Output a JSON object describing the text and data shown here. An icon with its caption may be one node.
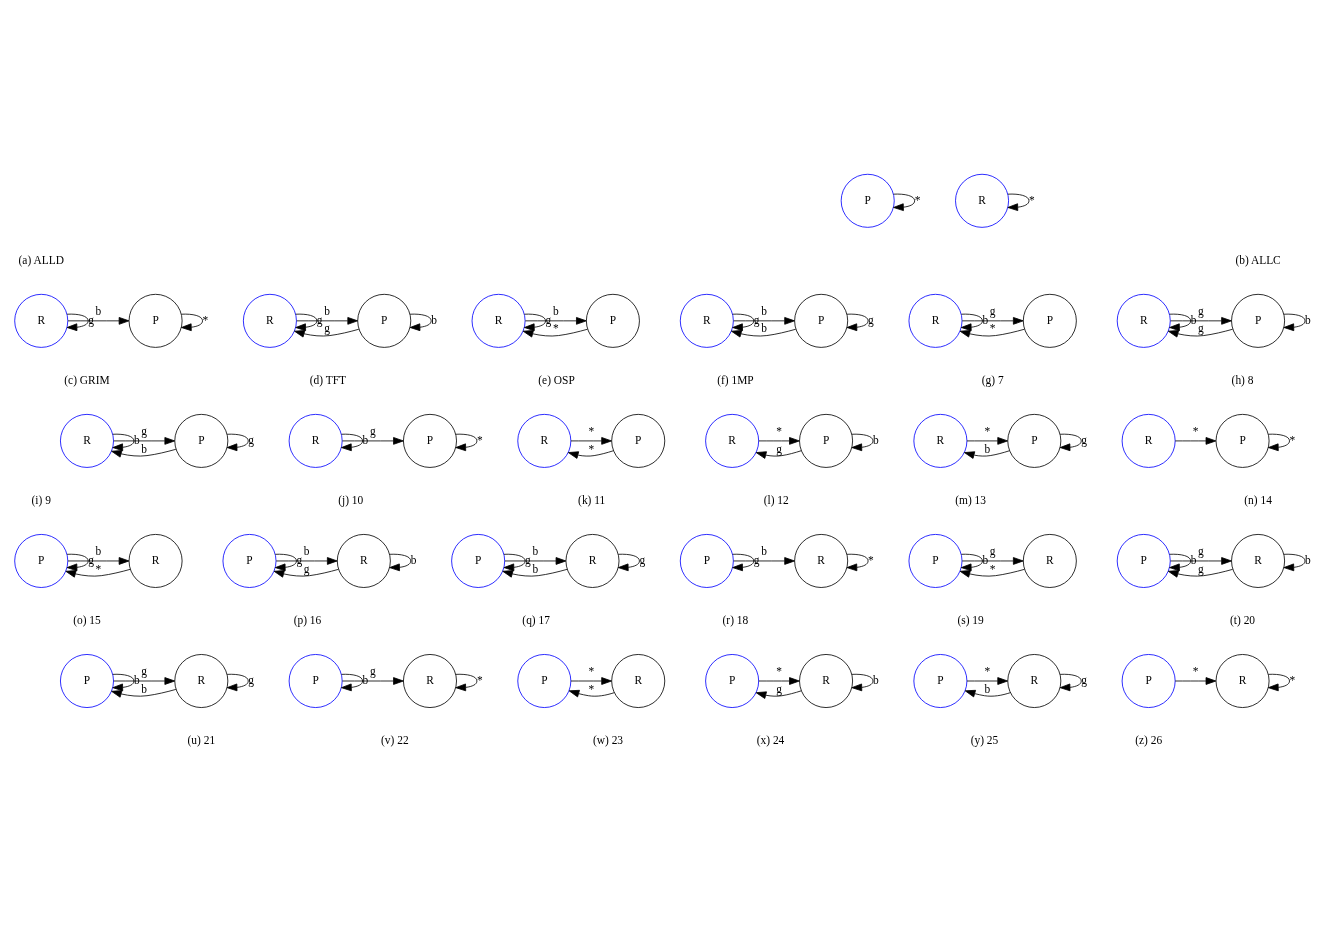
{
  "diagram": {
    "nodes": [
      {
        "text": [
          "P"
        ]
      },
      {
        "text": [
          "R"
        ]
      },
      {
        "text": [
          "R"
        ]
      },
      {
        "text": [
          "P"
        ]
      },
      {
        "text": [
          "R"
        ]
      },
      {
        "text": [
          "P"
        ]
      },
      {
        "text": [
          "R"
        ]
      },
      {
        "text": [
          "P"
        ]
      },
      {
        "text": [
          "R"
        ]
      },
      {
        "text": [
          "P"
        ]
      },
      {
        "text": [
          "R"
        ]
      },
      {
        "text": [
          "P"
        ]
      },
      {
        "text": [
          "R"
        ]
      },
      {
        "text": [
          "P"
        ]
      },
      {
        "text": [
          "R"
        ]
      },
      {
        "text": [
          "P"
        ]
      },
      {
        "text": [
          "R"
        ]
      },
      {
        "text": [
          "P"
        ]
      },
      {
        "text": [
          "R"
        ]
      },
      {
        "text": [
          "P"
        ]
      },
      {
        "text": [
          "R"
        ]
      },
      {
        "text": [
          "P"
        ]
      },
      {
        "text": [
          "R"
        ]
      },
      {
        "text": [
          "P"
        ]
      },
      {
        "text": [
          "R"
        ]
      },
      {
        "text": [
          "P"
        ]
      },
      {
        "text": [
          "P"
        ]
      },
      {
        "text": [
          "R"
        ]
      },
      {
        "text": [
          "P"
        ]
      },
      {
        "text": [
          "R"
        ]
      },
      {
        "text": [
          "P"
        ]
      },
      {
        "text": [
          "R"
        ]
      },
      {
        "text": [
          "P"
        ]
      },
      {
        "text": [
          "R"
        ]
      },
      {
        "text": [
          "P"
        ]
      },
      {
        "text": [
          "R"
        ]
      },
      {
        "text": [
          "P"
        ]
      },
      {
        "text": [
          "R"
        ]
      },
      {
        "text": [
          "P"
        ]
      },
      {
        "text": [
          "R"
        ]
      },
      {
        "text": [
          "P"
        ]
      },
      {
        "text": [
          "R"
        ]
      },
      {
        "text": [
          "P"
        ]
      },
      {
        "text": [
          "R"
        ]
      },
      {
        "text": [
          "P"
        ]
      },
      {
        "text": [
          "R"
        ]
      },
      {
        "text": [
          "P"
        ]
      },
      {
        "text": [
          "R"
        ]
      },
      {
        "text": [
          "P"
        ]
      },
      {
        "text": [
          "R"
        ]
      }
    ],
    "edges": [
      {
        "from": 0,
        "to": 0,
        "arrow": "to",
        "label": "*"
      },
      {
        "from": 1,
        "to": 1,
        "arrow": "to",
        "label": "*"
      },
      {
        "from": 2,
        "to": 2,
        "arrow": "to",
        "label": "g"
      },
      {
        "from": 2,
        "to": 3,
        "arrow": "to",
        "label": "b"
      },
      {
        "from": 3,
        "to": 3,
        "arrow": "to",
        "label": "*"
      },
      {
        "from": 4,
        "to": 4,
        "arrow": "to",
        "label": "g"
      },
      {
        "from": 4,
        "to": 5,
        "arrow": "to",
        "label": "b"
      },
      {
        "from": 5,
        "to": 5,
        "arrow": "to",
        "label": "b"
      },
      {
        "from": 5,
        "to": 4,
        "arrow": "to",
        "label": "g"
      },
      {
        "from": 6,
        "to": 6,
        "arrow": "to",
        "label": "g"
      },
      {
        "from": 6,
        "to": 7,
        "arrow": "to",
        "label": "b"
      },
      {
        "from": 7,
        "to": 6,
        "arrow": "to",
        "label": "*"
      },
      {
        "from": 8,
        "to": 8,
        "arrow": "to",
        "label": "g"
      },
      {
        "from": 8,
        "to": 9,
        "arrow": "to",
        "label": "b"
      },
      {
        "from": 9,
        "to": 9,
        "arrow": "to",
        "label": "g"
      },
      {
        "from": 9,
        "to": 8,
        "arrow": "to",
        "label": "b"
      },
      {
        "from": 10,
        "to": 10,
        "arrow": "to",
        "label": "b"
      },
      {
        "from": 10,
        "to": 11,
        "arrow": "to",
        "label": "g"
      },
      {
        "from": 11,
        "to": 10,
        "arrow": "to",
        "label": "*"
      },
      {
        "from": 12,
        "to": 12,
        "arrow": "to",
        "label": "b"
      },
      {
        "from": 12,
        "to": 13,
        "arrow": "to",
        "label": "g"
      },
      {
        "from": 13,
        "to": 13,
        "arrow": "to",
        "label": "b"
      },
      {
        "from": 13,
        "to": 12,
        "arrow": "to",
        "label": "g"
      },
      {
        "from": 14,
        "to": 14,
        "arrow": "to",
        "label": "b"
      },
      {
        "from": 14,
        "to": 15,
        "arrow": "to",
        "label": "g"
      },
      {
        "from": 15,
        "to": 15,
        "arrow": "to",
        "label": "g"
      },
      {
        "from": 15,
        "to": 14,
        "arrow": "to",
        "label": "b"
      },
      {
        "from": 16,
        "to": 16,
        "arrow": "to",
        "label": "b"
      },
      {
        "from": 16,
        "to": 17,
        "arrow": "to",
        "label": "g"
      },
      {
        "from": 17,
        "to": 17,
        "arrow": "to",
        "label": "*"
      },
      {
        "from": 18,
        "to": 19,
        "arrow": "to",
        "label": "*"
      },
      {
        "from": 19,
        "to": 18,
        "arrow": "to",
        "label": "*"
      },
      {
        "from": 20,
        "to": 21,
        "arrow": "to",
        "label": "*"
      },
      {
        "from": 21,
        "to": 21,
        "arrow": "to",
        "label": "b"
      },
      {
        "from": 21,
        "to": 20,
        "arrow": "to",
        "label": "g"
      },
      {
        "from": 22,
        "to": 23,
        "arrow": "to",
        "label": "*"
      },
      {
        "from": 23,
        "to": 23,
        "arrow": "to",
        "label": "g"
      },
      {
        "from": 23,
        "to": 22,
        "arrow": "to",
        "label": "b"
      },
      {
        "from": 24,
        "to": 25,
        "arrow": "to",
        "label": "*"
      },
      {
        "from": 25,
        "to": 25,
        "arrow": "to",
        "label": "*"
      },
      {
        "from": 26,
        "to": 26,
        "arrow": "to",
        "label": "g"
      },
      {
        "from": 26,
        "to": 27,
        "arrow": "to",
        "label": "b"
      },
      {
        "from": 27,
        "to": 26,
        "arrow": "to",
        "label": "*"
      },
      {
        "from": 28,
        "to": 28,
        "arrow": "to",
        "label": "g"
      },
      {
        "from": 28,
        "to": 29,
        "arrow": "to",
        "label": "b"
      },
      {
        "from": 29,
        "to": 29,
        "arrow": "to",
        "label": "b"
      },
      {
        "from": 29,
        "to": 28,
        "arrow": "to",
        "label": "g"
      },
      {
        "from": 30,
        "to": 30,
        "arrow": "to",
        "label": "g"
      },
      {
        "from": 30,
        "to": 31,
        "arrow": "to",
        "label": "b"
      },
      {
        "from": 31,
        "to": 31,
        "arrow": "to",
        "label": "g"
      },
      {
        "from": 31,
        "to": 30,
        "arrow": "to",
        "label": "b"
      },
      {
        "from": 32,
        "to": 32,
        "arrow": "to",
        "label": "g"
      },
      {
        "from": 32,
        "to": 33,
        "arrow": "to",
        "label": "b"
      },
      {
        "from": 33,
        "to": 33,
        "arrow": "to",
        "label": "*"
      },
      {
        "from": 34,
        "to": 34,
        "arrow": "to",
        "label": "b"
      },
      {
        "from": 34,
        "to": 35,
        "arrow": "to",
        "label": "g"
      },
      {
        "from": 35,
        "to": 34,
        "arrow": "to",
        "label": "*"
      },
      {
        "from": 36,
        "to": 36,
        "arrow": "to",
        "label": "b"
      },
      {
        "from": 36,
        "to": 37,
        "arrow": "to",
        "label": "g"
      },
      {
        "from": 37,
        "to": 37,
        "arrow": "to",
        "label": "b"
      },
      {
        "from": 37,
        "to": 36,
        "arrow": "to",
        "label": "g"
      },
      {
        "from": 38,
        "to": 38,
        "arrow": "to",
        "label": "b"
      },
      {
        "from": 38,
        "to": 39,
        "arrow": "to",
        "label": "g"
      },
      {
        "from": 39,
        "to": 39,
        "arrow": "to",
        "label": "g"
      },
      {
        "from": 39,
        "to": 38,
        "arrow": "to",
        "label": "b"
      },
      {
        "from": 40,
        "to": 40,
        "arrow": "to",
        "label": "b"
      },
      {
        "from": 40,
        "to": 41,
        "arrow": "to",
        "label": "g"
      },
      {
        "from": 41,
        "to": 41,
        "arrow": "to",
        "label": "*"
      },
      {
        "from": 42,
        "to": 43,
        "arrow": "to",
        "label": "*"
      },
      {
        "from": 43,
        "to": 42,
        "arrow": "to",
        "label": "*"
      },
      {
        "from": 44,
        "to": 45,
        "arrow": "to",
        "label": "*"
      },
      {
        "from": 45,
        "to": 45,
        "arrow": "to",
        "label": "b"
      },
      {
        "from": 45,
        "to": 44,
        "arrow": "to",
        "label": "g"
      },
      {
        "from": 46,
        "to": 47,
        "arrow": "to",
        "label": "*"
      },
      {
        "from": 47,
        "to": 47,
        "arrow": "to",
        "label": "g"
      },
      {
        "from": 47,
        "to": 46,
        "arrow": "to",
        "label": "b"
      },
      {
        "from": 48,
        "to": 49,
        "arrow": "to",
        "label": "*"
      },
      {
        "from": 49,
        "to": 49,
        "arrow": "to",
        "label": "*"
      }
    ],
    "labels": [
      "(a) ALLD",
      "(b) ALLC",
      "(c) GRIM",
      "(d) TFT",
      "(e) OSP",
      "(f) 1MP",
      "(g) 7",
      "(h) 8",
      "(i) 9",
      "(j) 10",
      "(k) 11",
      "(l) 12",
      "(m) 13",
      "(n) 14",
      "(o) 15",
      "(p) 16",
      "(q) 17",
      "(r) 18",
      "(s) 19",
      "(t) 20",
      "(u) 21",
      "(v) 22",
      "(w) 23",
      "(x) 24",
      "(y) 25",
      "(z) 26"
    ]
  }
}
